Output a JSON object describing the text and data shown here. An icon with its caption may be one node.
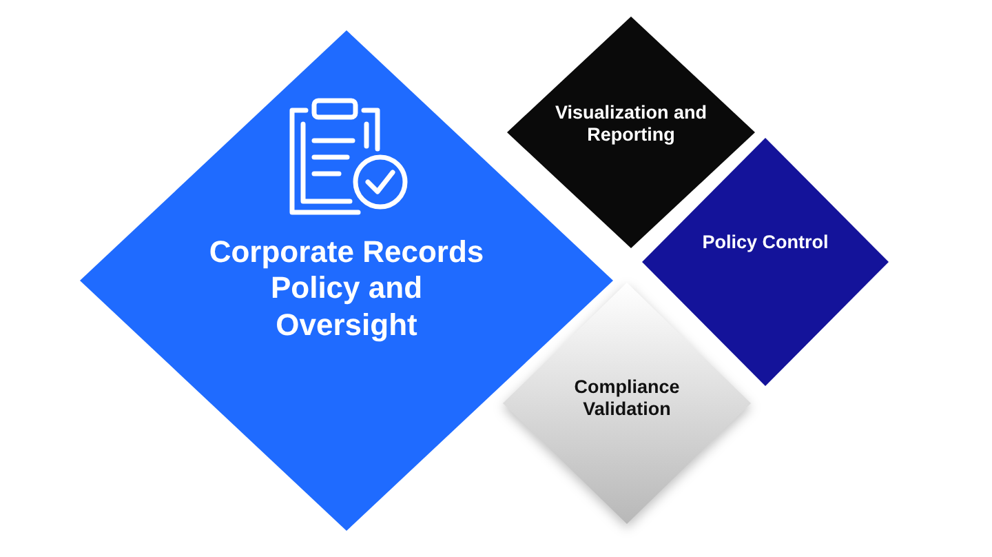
{
  "diagram": {
    "nodes": [
      {
        "text": [
          "Corporate Records Policy and Oversight"
        ]
      },
      {
        "text": [
          "Visualization and Reporting"
        ]
      },
      {
        "text": [
          "Policy Control"
        ]
      },
      {
        "text": [
          "Compliance Validation"
        ]
      }
    ]
  }
}
